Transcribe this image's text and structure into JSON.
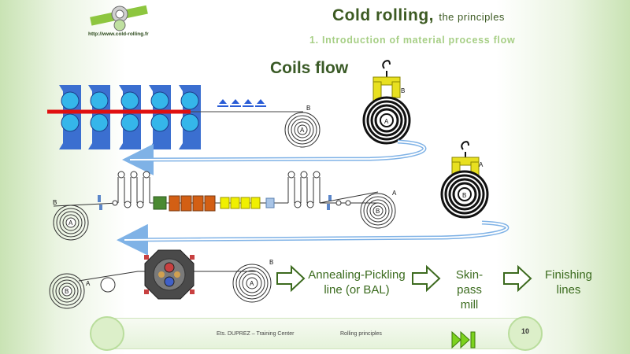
{
  "header": {
    "title": "Cold rolling,",
    "title_sub": "the principles",
    "subtitle": "1. Introduction  of material  process  flow",
    "logo_url": "http://www.cold-rolling.fr"
  },
  "diagram": {
    "title": "Coils flow",
    "coil_labels": {
      "a": "A",
      "b": "B"
    },
    "process_steps": [
      {
        "line1": "Annealing-Pickling",
        "line2": "line (or BAL)"
      },
      {
        "line1": "Skin-pass",
        "line2": "mill"
      },
      {
        "line1": "Finishing",
        "line2": "lines"
      }
    ],
    "colors": {
      "mill_stand": "#3b6fd0",
      "roll": "#35b6ea",
      "strip_hot": "#e01010",
      "crane": "#e8e020",
      "arrow_fill": "#ffffff",
      "arrow_stroke": "#3c6a1e",
      "return_arrow": "#7fb2e6",
      "accent_green": "#3b6b1e"
    }
  },
  "footer": {
    "center_text": "Ets. DUPREZ – Training Center",
    "right_text": "Rolling  principles",
    "page_number": "10",
    "next_icon": "fast-forward-icon"
  }
}
